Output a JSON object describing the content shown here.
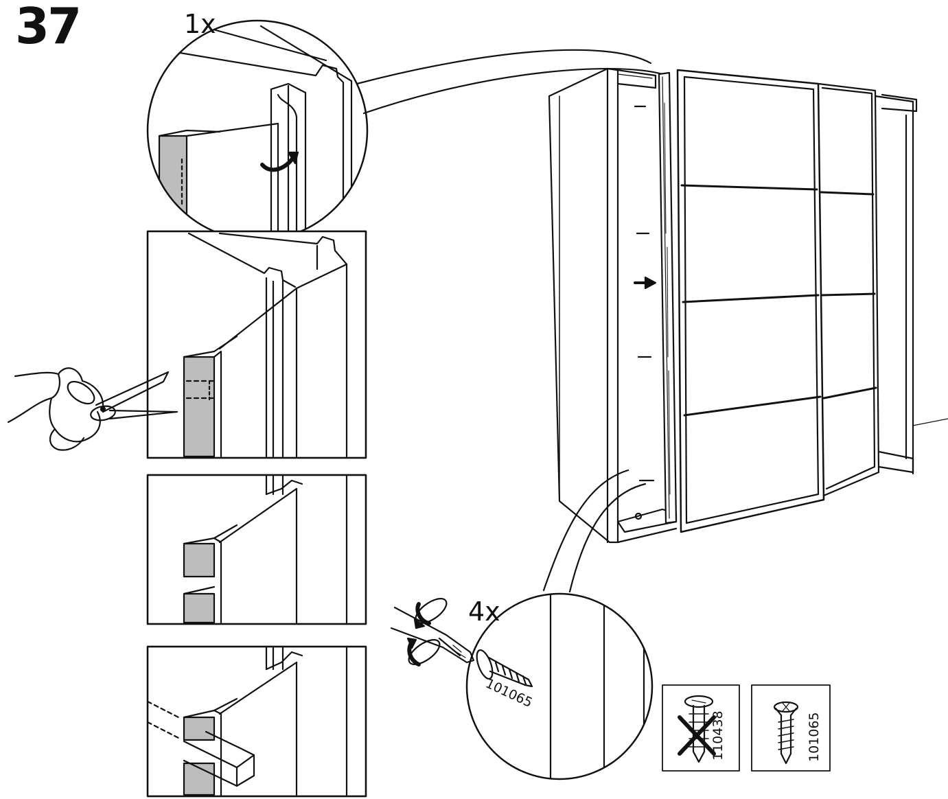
{
  "step": {
    "number": "37"
  },
  "detail_top": {
    "quantity": "1x"
  },
  "detail_screw": {
    "quantity": "4x",
    "part_label": "101065"
  },
  "parts": {
    "wrong_screw": {
      "code": "110438",
      "icon": "cross-out-icon"
    },
    "correct_screw": {
      "code": "101065",
      "icon": "screw-icon"
    }
  },
  "colors": {
    "line": "#111111",
    "strip_fill": "#bdbdbd",
    "background": "#ffffff"
  }
}
